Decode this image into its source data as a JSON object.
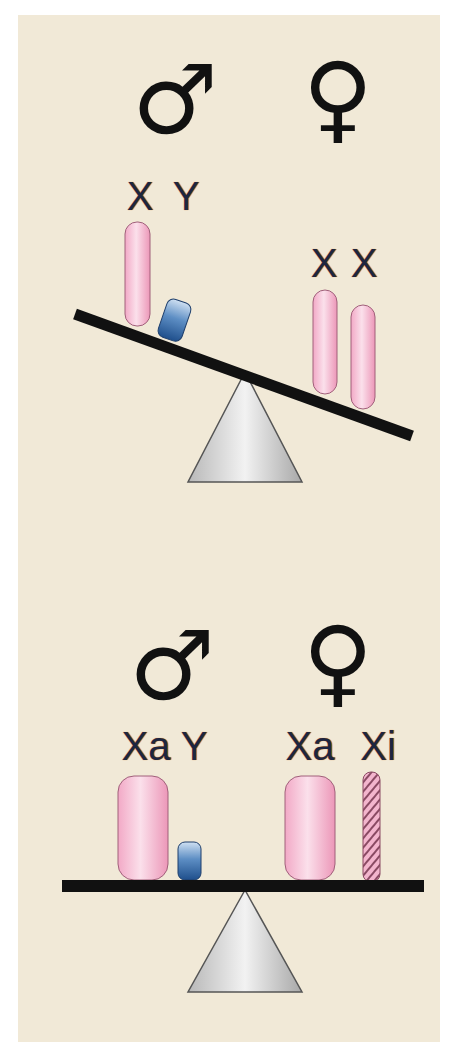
{
  "diagram": {
    "labels": [
      "♂",
      "♀",
      "X",
      "Y",
      "X",
      "X",
      "♂",
      "♀",
      "Xa",
      "Y",
      "Xa",
      "Xi"
    ]
  }
}
